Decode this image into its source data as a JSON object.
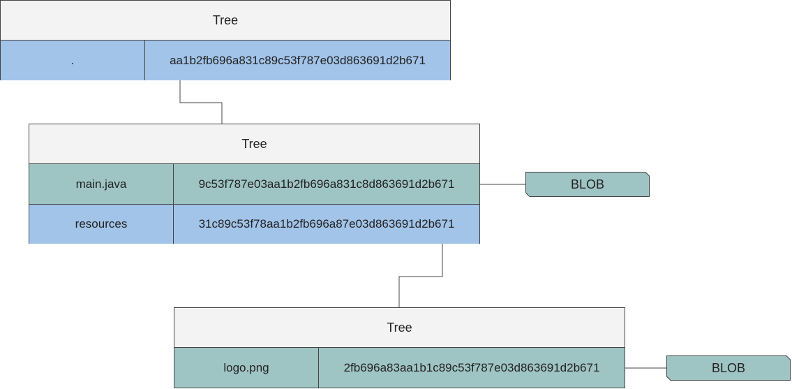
{
  "trees": [
    {
      "title": "Tree",
      "rows": [
        {
          "name": ".",
          "hash": "aa1b2fb696a831c89c53f787e03d863691d2b671"
        }
      ]
    },
    {
      "title": "Tree",
      "rows": [
        {
          "name": "main.java",
          "hash": "9c53f787e03aa1b2fb696a831c8d863691d2b671"
        },
        {
          "name": "resources",
          "hash": "31c89c53f78aa1b2fb696a87e03d863691d2b671"
        }
      ]
    },
    {
      "title": "Tree",
      "rows": [
        {
          "name": "logo.png",
          "hash": "2fb696a83aa1b1c89c53f787e03d863691d2b671"
        }
      ]
    }
  ],
  "blobs": [
    {
      "label": "BLOB"
    },
    {
      "label": "BLOB"
    }
  ],
  "colors": {
    "header": "#f3f3f3",
    "tree_row": "#a2c4e9",
    "blob_row": "#9fc4c4",
    "blob_fill": "#9fc4c4",
    "line": "#444444"
  }
}
